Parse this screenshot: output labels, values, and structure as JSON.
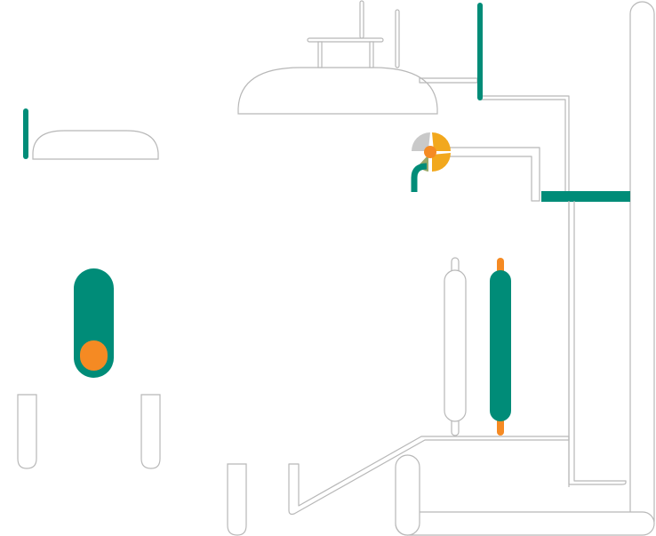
{
  "colors": {
    "outline": "#b8b8b8",
    "background": "#ffffff",
    "active_teal": "#008c78",
    "active_orange": "#f58a23",
    "valve_yellow": "#f2a81d",
    "valve_gray": "#c9c9c9"
  },
  "elements": {
    "toggle_switch": {
      "state": "on"
    },
    "valve": {
      "segments": [
        "gray",
        "yellow",
        "yellow",
        "gray-green"
      ]
    },
    "vertical_cylinder_right": {
      "state": "active"
    },
    "vertical_cylinder_left": {
      "state": "inactive"
    }
  }
}
